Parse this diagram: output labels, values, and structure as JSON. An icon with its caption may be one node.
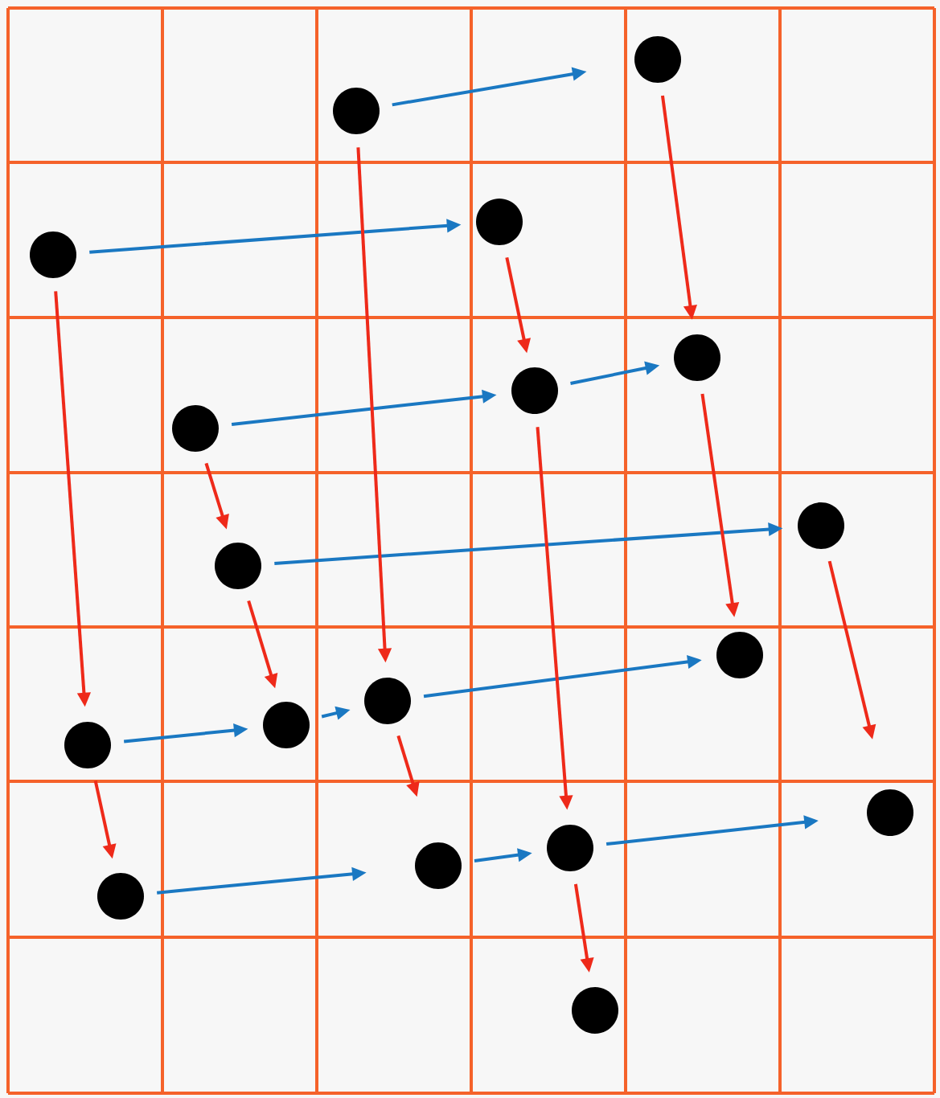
{
  "diagram": {
    "nodes": [
      {
        "text": [],
        "shape": "circle"
      },
      {
        "text": [],
        "shape": "circle"
      },
      {
        "text": [],
        "shape": "circle"
      },
      {
        "text": [],
        "shape": "circle"
      },
      {
        "text": [],
        "shape": "circle"
      },
      {
        "text": [],
        "shape": "circle"
      },
      {
        "text": [],
        "shape": "circle"
      },
      {
        "text": [],
        "shape": "circle"
      },
      {
        "text": [],
        "shape": "circle"
      },
      {
        "text": [],
        "shape": "circle"
      },
      {
        "text": [],
        "shape": "circle"
      },
      {
        "text": [],
        "shape": "circle"
      },
      {
        "text": [],
        "shape": "circle"
      },
      {
        "text": [],
        "shape": "circle"
      },
      {
        "text": [],
        "shape": "circle"
      },
      {
        "text": [],
        "shape": "circle"
      },
      {
        "text": [],
        "shape": "circle"
      },
      {
        "text": [],
        "shape": "circle"
      }
    ],
    "edges": [
      {
        "from": 1,
        "to": 0,
        "arrow": "to",
        "color": "#1a78c2"
      },
      {
        "from": 3,
        "to": 2,
        "arrow": "to",
        "color": "#1a78c2"
      },
      {
        "from": 6,
        "to": 5,
        "arrow": "to",
        "color": "#1a78c2"
      },
      {
        "from": 5,
        "to": 4,
        "arrow": "to",
        "color": "#1a78c2"
      },
      {
        "from": 8,
        "to": 7,
        "arrow": "to",
        "color": "#1a78c2"
      },
      {
        "from": 10,
        "to": 9,
        "arrow": "to",
        "color": "#1a78c2"
      },
      {
        "from": 11,
        "to": 10,
        "arrow": "to",
        "color": "#1a78c2"
      },
      {
        "from": 12,
        "to": 11,
        "arrow": "to",
        "color": "#1a78c2"
      },
      {
        "from": 16,
        "to": 15,
        "arrow": "to",
        "color": "#1a78c2"
      },
      {
        "from": 15,
        "to": 14,
        "arrow": "to",
        "color": "#1a78c2"
      },
      {
        "from": 14,
        "to": 13,
        "arrow": "to",
        "color": "#1a78c2"
      },
      {
        "from": 0,
        "to": 4,
        "arrow": "to"
      },
      {
        "from": 1,
        "to": 10,
        "arrow": "to"
      },
      {
        "from": 2,
        "to": 5,
        "arrow": "to"
      },
      {
        "from": 3,
        "to": 12,
        "arrow": "to"
      },
      {
        "from": 4,
        "to": 9,
        "arrow": "to"
      },
      {
        "from": 5,
        "to": 14,
        "arrow": "to"
      },
      {
        "from": 6,
        "to": 8,
        "arrow": "to"
      },
      {
        "from": 7,
        "to": 13,
        "arrow": "to"
      },
      {
        "from": 8,
        "to": 11,
        "arrow": "to"
      },
      {
        "from": 10,
        "to": 15,
        "arrow": "to"
      },
      {
        "from": 12,
        "to": 16,
        "arrow": "to"
      },
      {
        "from": 14,
        "to": 17,
        "arrow": "to"
      }
    ]
  }
}
